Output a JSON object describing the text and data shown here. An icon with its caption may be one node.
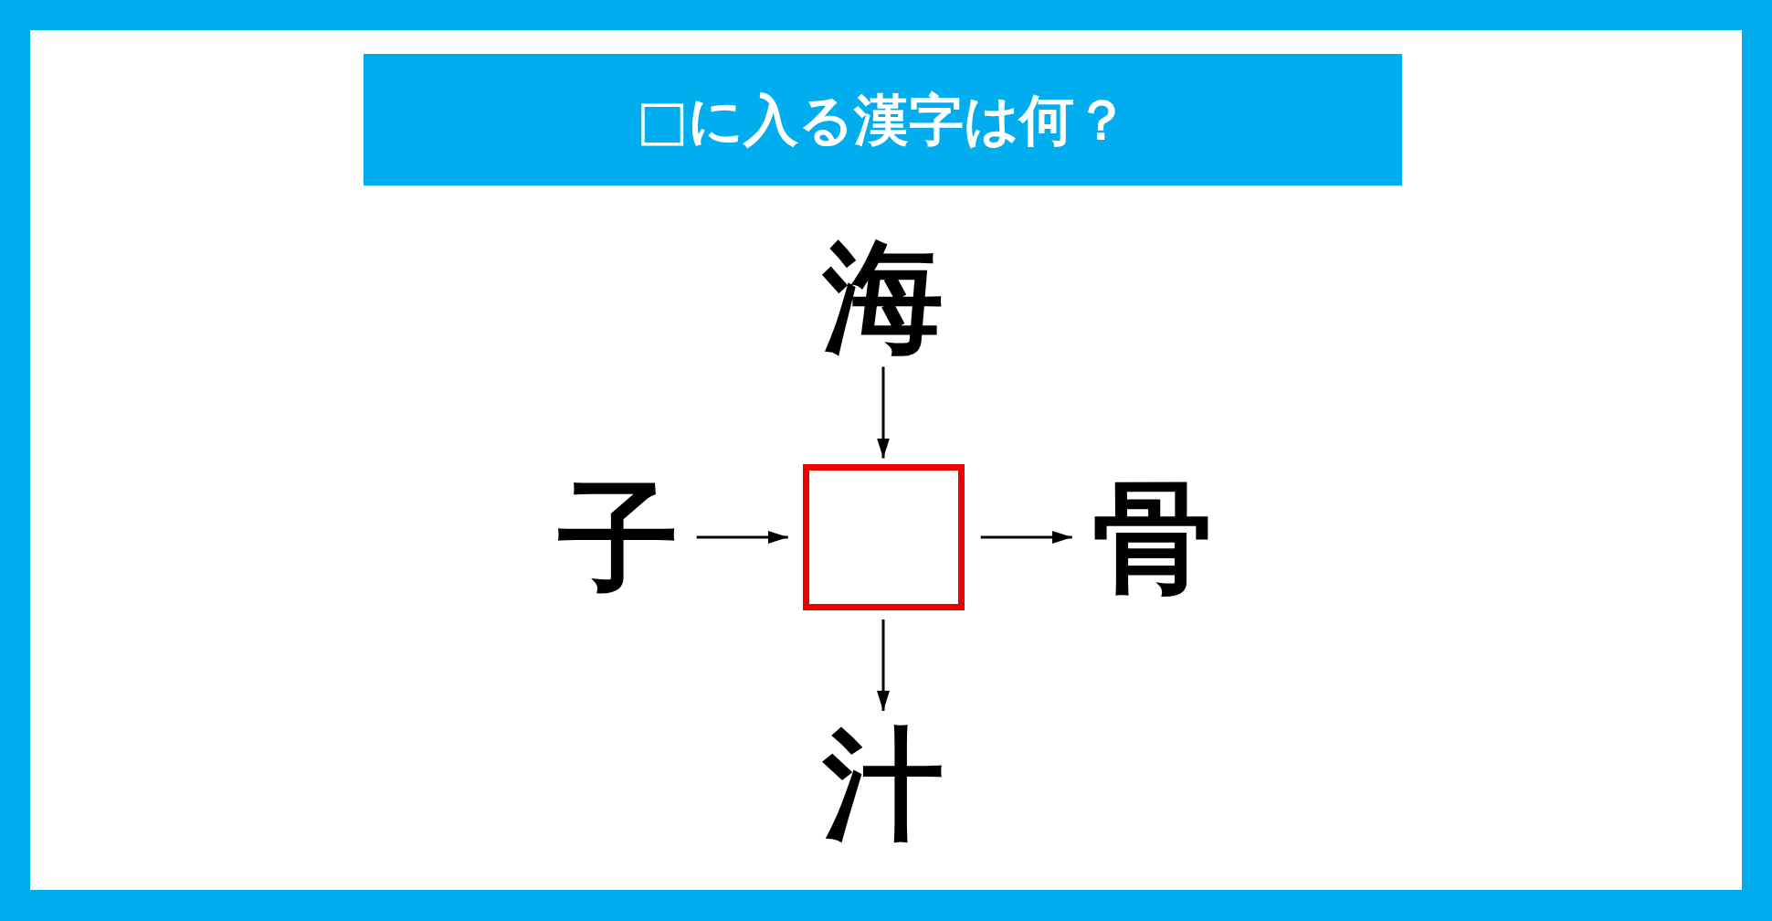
{
  "diagram": {
    "title": "□に入る漢字は何？",
    "nodes": [
      {
        "text": [
          "海"
        ]
      },
      {
        "text": [
          "子"
        ]
      },
      {
        "text": [],
        "shape": "box"
      },
      {
        "text": [
          "骨"
        ]
      },
      {
        "text": [
          "汁"
        ]
      }
    ],
    "edges": [
      {
        "from": 0,
        "to": 2,
        "arrow": "to"
      },
      {
        "from": 1,
        "to": 2,
        "arrow": "to"
      },
      {
        "from": 2,
        "to": 3,
        "arrow": "to"
      },
      {
        "from": 2,
        "to": 4,
        "arrow": "to"
      }
    ]
  }
}
